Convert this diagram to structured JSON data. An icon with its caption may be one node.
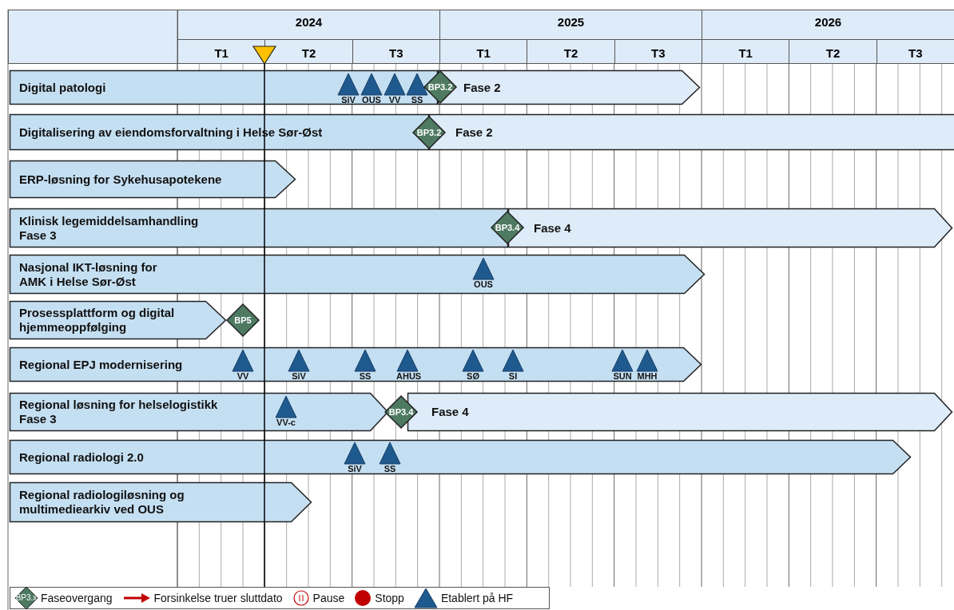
{
  "diagram": {
    "nodes": [
      {
        "text": [
          "Digital patologi"
        ]
      },
      {
        "text": [
          "SiV"
        ],
        "in": 0
      },
      {
        "text": [
          "OUS"
        ],
        "in": 0
      },
      {
        "text": [
          "VV"
        ],
        "in": 0
      },
      {
        "text": [
          "SS"
        ],
        "in": 0
      },
      {
        "text": [
          "BP3.2"
        ]
      },
      {
        "text": [
          "Fase 2"
        ]
      },
      {
        "text": [
          "Digitalisering av eiendomsforvaltning i Helse Sør-Øst"
        ]
      },
      {
        "text": [
          "BP3.2"
        ]
      },
      {
        "text": [
          "Fase 2"
        ]
      },
      {
        "text": [
          "ERP-løsning for Sykehusapotekene"
        ]
      },
      {
        "text": [
          "Klinisk legemiddelsamhandling Fase 3"
        ]
      },
      {
        "text": [
          "BP3.4"
        ]
      },
      {
        "text": [
          "Fase 4"
        ]
      },
      {
        "text": [
          "Nasjonal IKT-løsning for AMK i Helse Sør-Øst"
        ]
      },
      {
        "text": [
          "OUS"
        ],
        "in": 14
      },
      {
        "text": [
          "Prosessplattform og digital hjemmeoppfølging"
        ]
      },
      {
        "text": [
          "BP5"
        ]
      },
      {
        "text": [
          "Regional EPJ modernisering"
        ]
      },
      {
        "text": [
          "VV"
        ],
        "in": 18
      },
      {
        "text": [
          "SiV"
        ],
        "in": 18
      },
      {
        "text": [
          "SS"
        ],
        "in": 18
      },
      {
        "text": [
          "AHUS"
        ],
        "in": 18
      },
      {
        "text": [
          "SØ"
        ],
        "in": 18
      },
      {
        "text": [
          "SI"
        ],
        "in": 18
      },
      {
        "text": [
          "SUN"
        ],
        "in": 18
      },
      {
        "text": [
          "MHH"
        ],
        "in": 18
      },
      {
        "text": [
          "Regional løsning for helselogistikk Fase 3"
        ]
      },
      {
        "text": [
          "VV-c"
        ],
        "in": 27
      },
      {
        "text": [
          "BP3.4"
        ]
      },
      {
        "text": [
          "Fase 4"
        ]
      },
      {
        "text": [
          "Regional radiologi 2.0"
        ]
      },
      {
        "text": [
          "SiV"
        ],
        "in": 31
      },
      {
        "text": [
          "SS"
        ],
        "in": 31
      },
      {
        "text": [
          "Regional radiologiløsning og multimediearkiv ved OUS"
        ]
      }
    ],
    "labels": [
      "2024",
      "2025",
      "2026",
      "T1",
      "T2",
      "T3",
      "T1",
      "T2",
      "T3",
      "T1",
      "T2",
      "T3",
      "BP3.x"
    ],
    "legend": [
      {
        "text": "Faseovergang"
      },
      {
        "text": "Forsinkelse truer sluttdato"
      },
      {
        "text": "Pause"
      },
      {
        "text": "Stopp"
      },
      {
        "text": "Etablert på HF"
      }
    ]
  }
}
